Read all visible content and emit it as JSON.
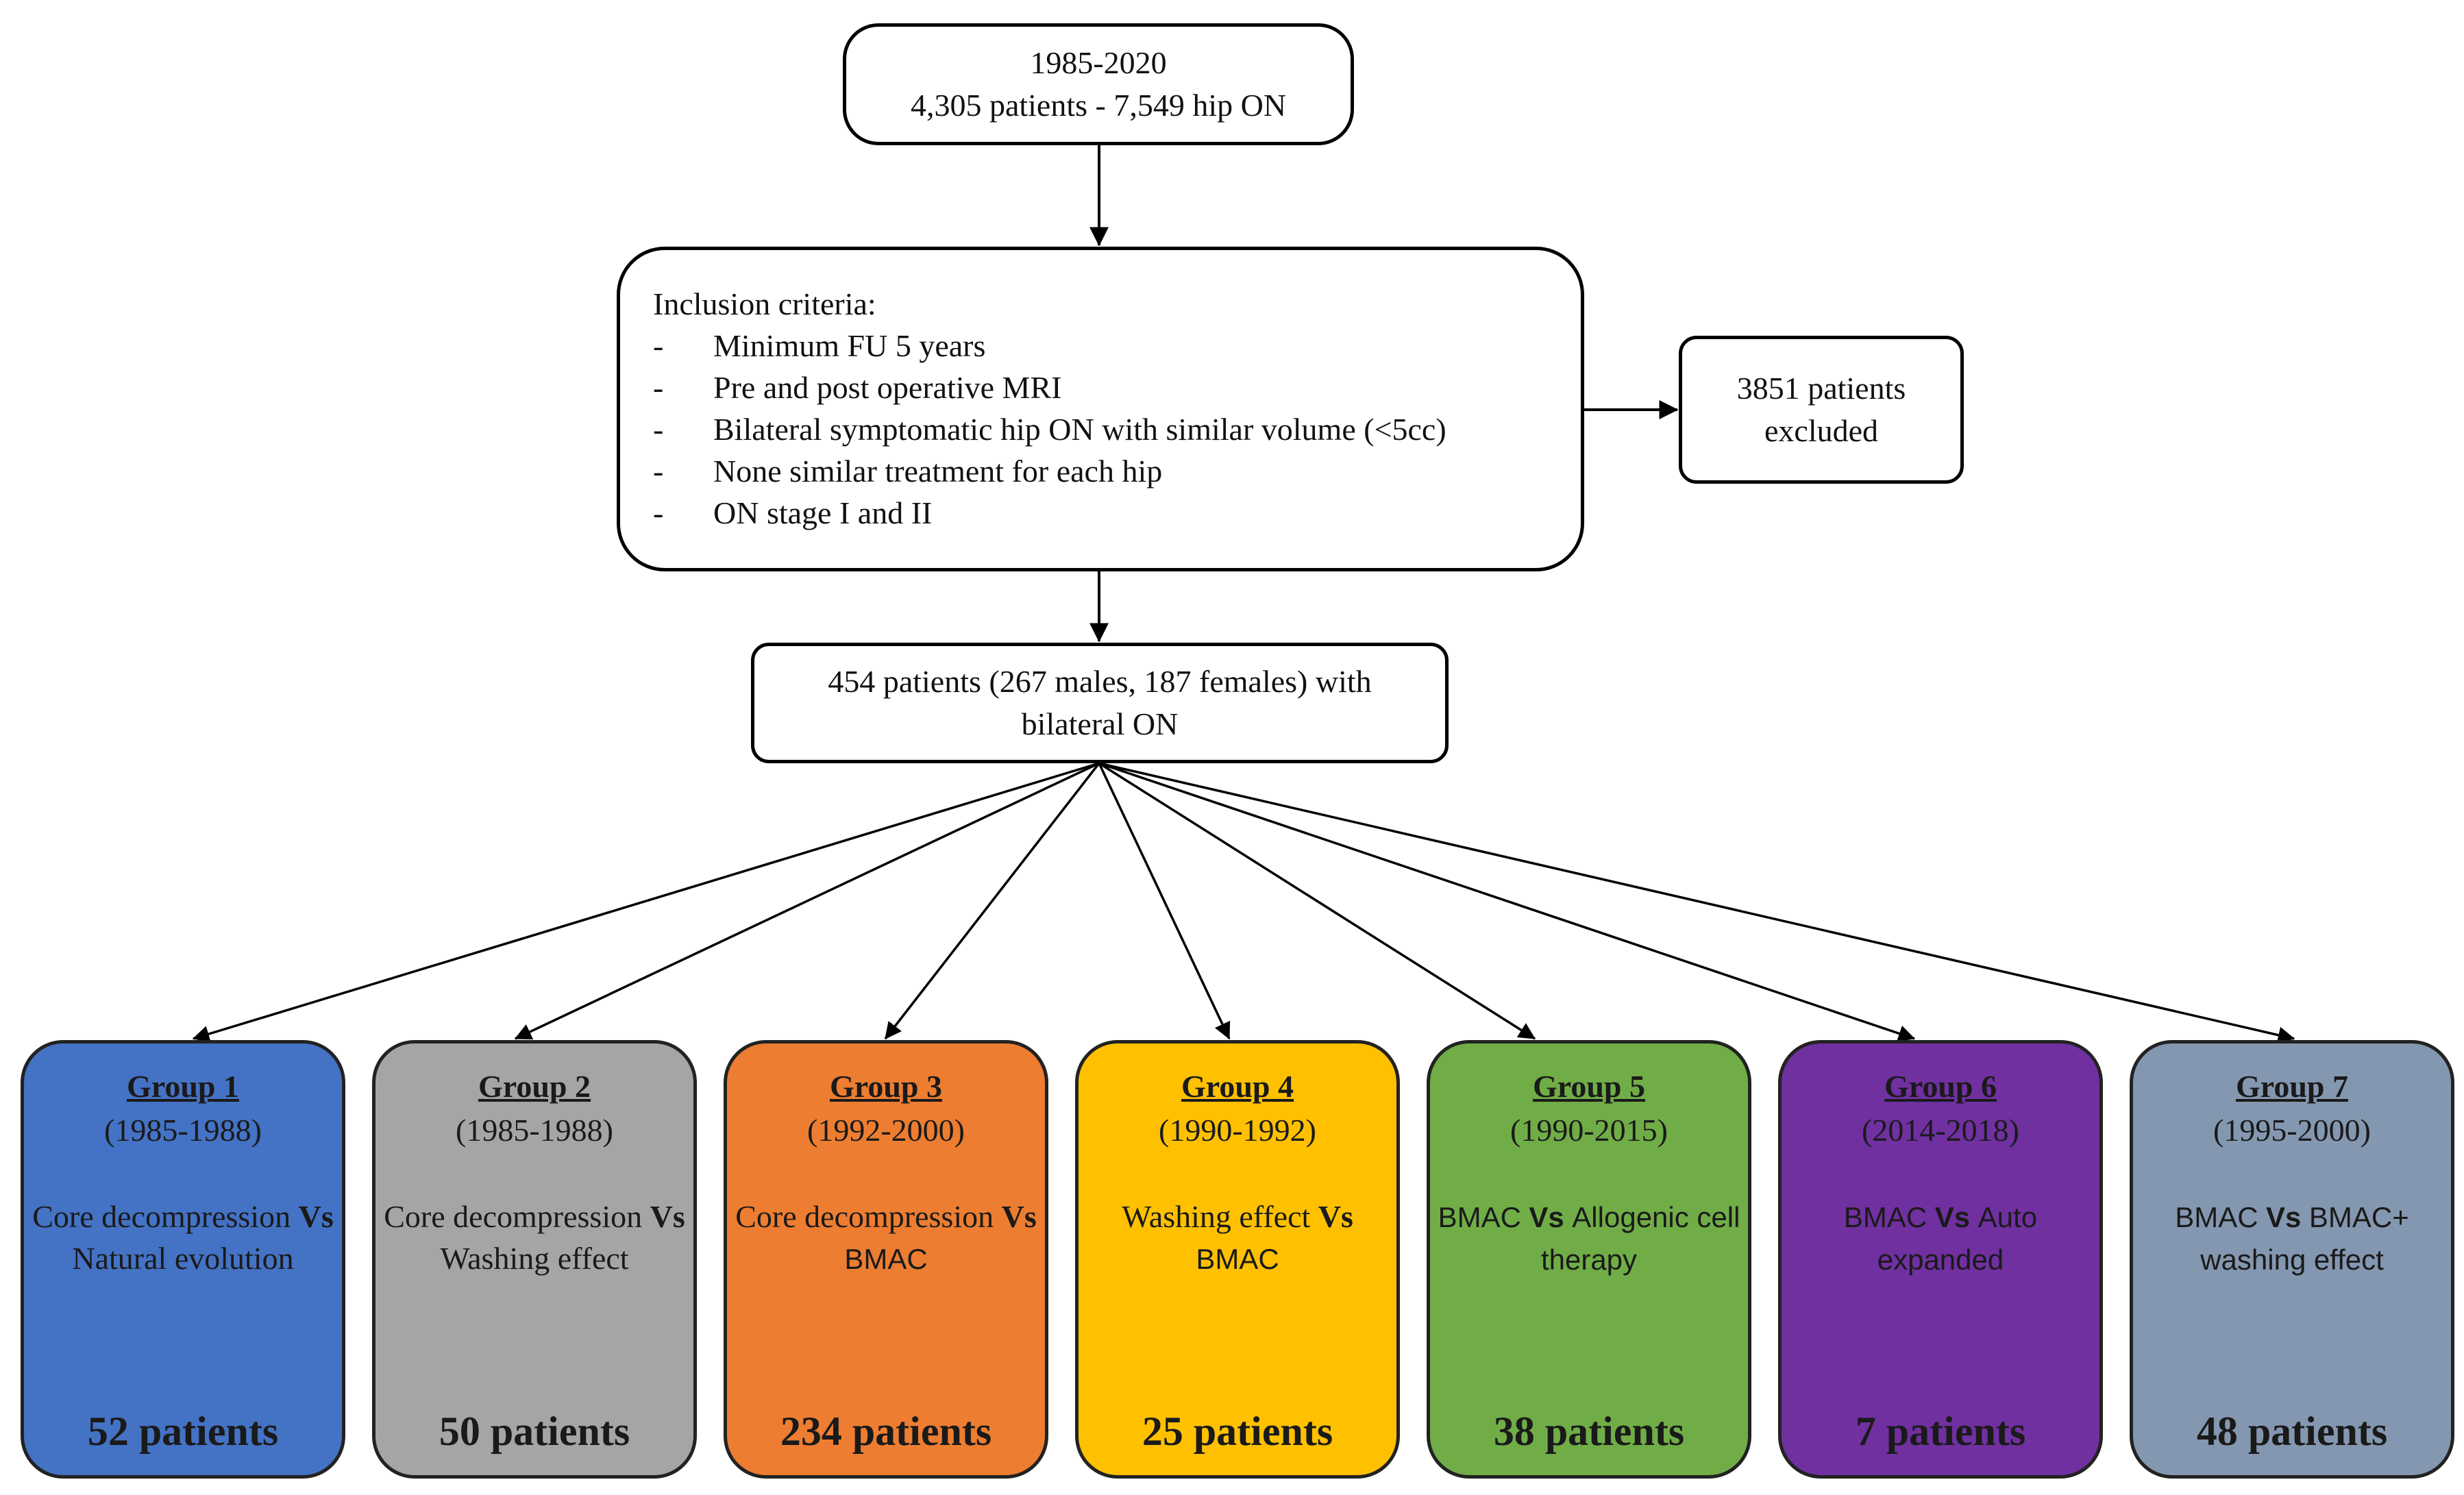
{
  "top_box": {
    "line1": "1985-2020",
    "line2": "4,305 patients - 7,549 hip ON"
  },
  "criteria": {
    "title": "Inclusion criteria:",
    "items": [
      "Minimum FU 5 years",
      "Pre and post operative MRI",
      "Bilateral symptomatic hip ON with similar volume (<5cc)",
      "None similar treatment for each hip",
      "ON stage I and II"
    ],
    "bullet": "-"
  },
  "excluded": {
    "line1": "3851 patients",
    "line2": "excluded"
  },
  "cohort": {
    "line1": "454 patients (267 males, 187 females) with",
    "line2": "bilateral ON"
  },
  "colors": {
    "group1": "#4472C4",
    "group2": "#A5A5A5",
    "group3": "#ED7D31",
    "group4": "#FFC000",
    "group5": "#70AD47",
    "group6": "#7030A0",
    "group7": "#8497B0",
    "line": "#000000"
  },
  "groups": [
    {
      "title": "Group 1",
      "years": "(1985-1988)",
      "line1": "Core",
      "line2": "decompression",
      "vs": "Vs",
      "line3": "Natural evolution",
      "line4": "",
      "count": "52 patients"
    },
    {
      "title": "Group 2",
      "years": "(1985-1988)",
      "line1": "Core",
      "line2": "decompression",
      "vs": "Vs",
      "line3": "Washing effect",
      "line4": "",
      "count": "50 patients"
    },
    {
      "title": "Group 3",
      "years": "(1992-2000)",
      "line1": "Core",
      "line2": "decompression",
      "vs": "Vs",
      "line3": "BMAC",
      "line4": "",
      "count": "234 patients"
    },
    {
      "title": "Group 4",
      "years": "(1990-1992)",
      "line1": "Washing effect",
      "line2": "",
      "vs": "Vs",
      "line3": "BMAC",
      "line4": "",
      "count": "25 patients"
    },
    {
      "title": "Group 5",
      "years": "(1990-2015)",
      "line1": "BMAC",
      "line2": "",
      "vs": "Vs",
      "line3": "Allogenic cell",
      "line4": "therapy",
      "count": "38 patients"
    },
    {
      "title": "Group 6",
      "years": "(2014-2018)",
      "line1": "BMAC",
      "line2": "",
      "vs": "Vs",
      "line3": "Auto expanded",
      "line4": "",
      "count": "7 patients"
    },
    {
      "title": "Group 7",
      "years": "(1995-2000)",
      "line1": "BMAC",
      "line2": "",
      "vs": "Vs",
      "line3": "BMAC+ washing",
      "line4": "effect",
      "count": "48 patients"
    }
  ]
}
